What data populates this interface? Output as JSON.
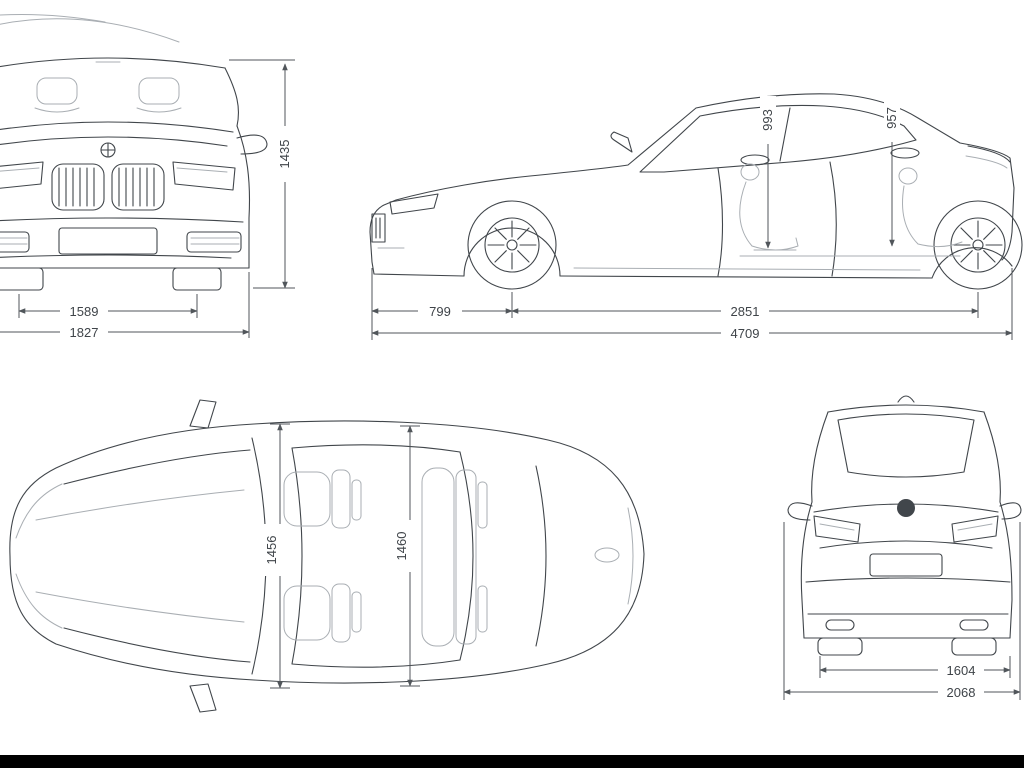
{
  "colors": {
    "line": "#41464b",
    "light_line": "#a9aeb3",
    "dim_line": "#51565b",
    "background": "#ffffff",
    "letterbox": "#000000"
  },
  "dims": {
    "front": {
      "height": "1435",
      "track": "1589",
      "overall_width": "1827"
    },
    "side": {
      "front_headroom": "993",
      "rear_headroom": "957",
      "front_overhang": "799",
      "wheelbase": "2851",
      "overall_length": "4709"
    },
    "top": {
      "front_interior_width": "1456",
      "rear_interior_width": "1460"
    },
    "rear": {
      "rear_track": "1604",
      "width_incl_mirrors": "2068"
    }
  }
}
